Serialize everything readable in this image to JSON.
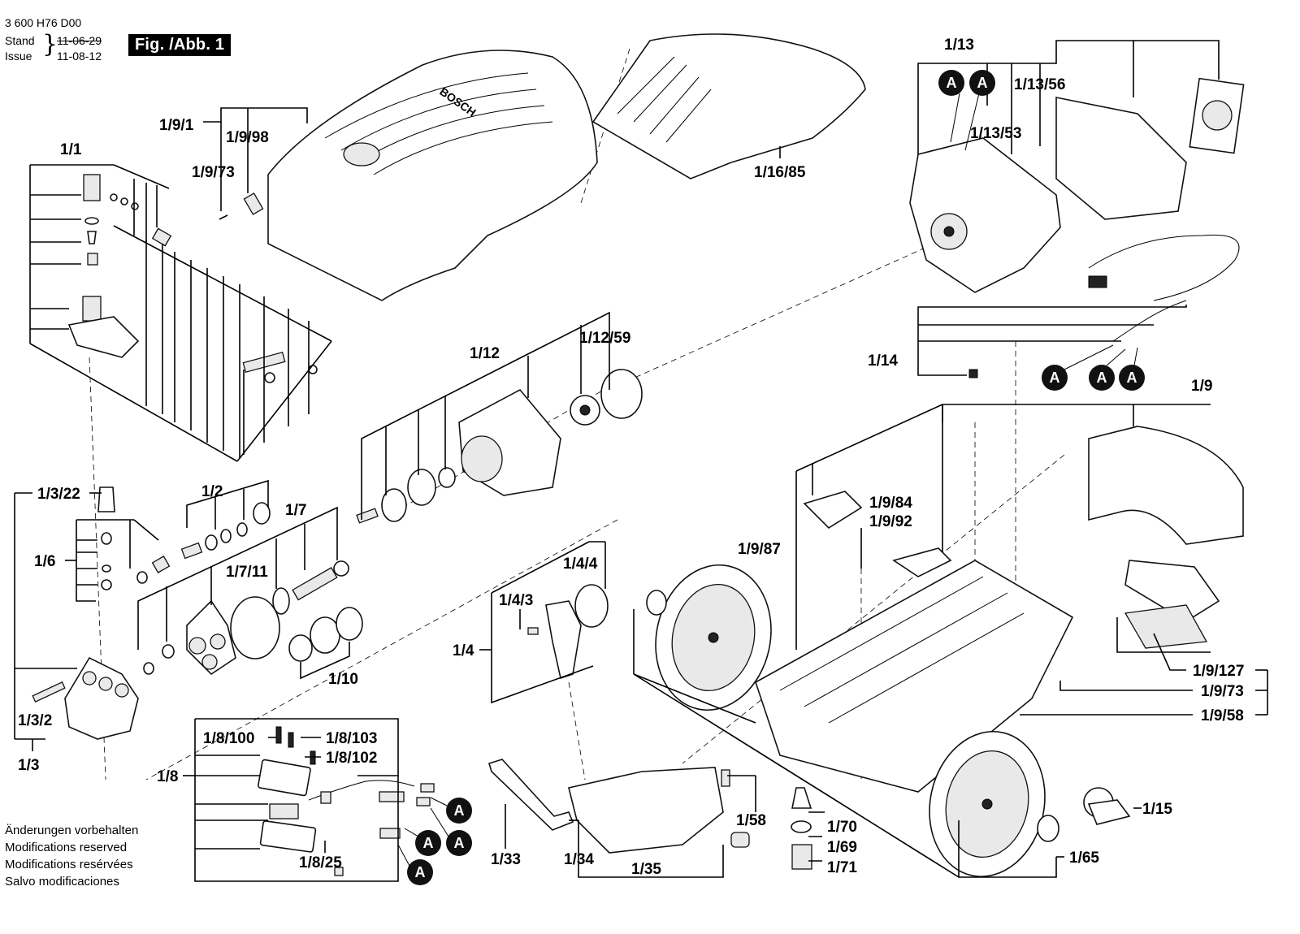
{
  "header": {
    "doc_number": "3 600 H76 D00",
    "stand_label": "Stand",
    "issue_label": "Issue",
    "old_date": "11-06-29",
    "new_date": "11-08-12",
    "figure_title": "Fig. /Abb. 1"
  },
  "notes": [
    "Änderungen vorbehalten",
    "Modifications reserved",
    "Modifications resérvées",
    "Salvo modificaciones"
  ],
  "connector_mark": "A",
  "labels": {
    "l_1_9_1": "1/9/1",
    "l_1_9_98": "1/9/98",
    "l_1_9_73a": "1/9/73",
    "l_1_1": "1/1",
    "l_1_16_85": "1/16/85",
    "l_1_13": "1/13",
    "l_1_13_56": "1/13/56",
    "l_1_13_53": "1/13/53",
    "l_1_14": "1/14",
    "l_1_9": "1/9",
    "l_1_12": "1/12",
    "l_1_12_59": "1/12/59",
    "l_1_3_22": "1/3/22",
    "l_1_6": "1/6",
    "l_1_2": "1/2",
    "l_1_7": "1/7",
    "l_1_7_11": "1/7/11",
    "l_1_10": "1/10",
    "l_1_3_2": "1/3/2",
    "l_1_3": "1/3",
    "l_1_4_4": "1/4/4",
    "l_1_4_3": "1/4/3",
    "l_1_4": "1/4",
    "l_1_9_84": "1/9/84",
    "l_1_9_92": "1/9/92",
    "l_1_9_87": "1/9/87",
    "l_1_9_127": "1/9/127",
    "l_1_9_73b": "1/9/73",
    "l_1_9_58": "1/9/58",
    "l_1_8_100": "1/8/100",
    "l_1_8_103": "1/8/103",
    "l_1_8_102": "1/8/102",
    "l_1_8": "1/8",
    "l_1_8_25": "1/8/25",
    "l_1_33": "1/33",
    "l_1_34": "1/34",
    "l_1_35": "1/35",
    "l_1_58": "1/58",
    "l_1_70": "1/70",
    "l_1_69": "1/69",
    "l_1_71": "1/71",
    "l_1_15": "1/15",
    "l_1_65": "1/65"
  }
}
